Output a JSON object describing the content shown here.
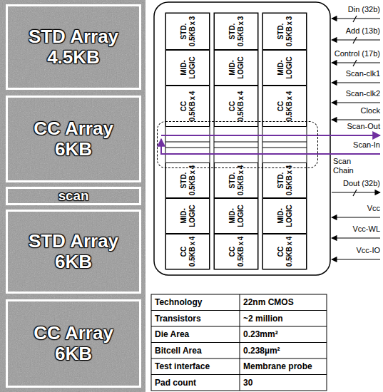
{
  "diagram": {
    "nodes": [
      {
        "text": [
          "STD Array 4.5KB"
        ]
      },
      {
        "text": [
          "CC Array 6KB"
        ]
      },
      {
        "text": [
          "scan"
        ]
      },
      {
        "text": [
          "STD Array 6KB"
        ]
      },
      {
        "text": [
          "CC Array 6KB"
        ]
      },
      {
        "text": [
          "STD. 0.5KB x 3"
        ]
      },
      {
        "text": [
          "MID-LOGIC"
        ]
      },
      {
        "text": [
          "CC 0.5KB x 4"
        ]
      },
      {
        "text": [
          "STD. 0.5KB x 4"
        ]
      },
      {
        "text": [
          "MID-LOGIC"
        ]
      },
      {
        "text": [
          "CC 0.5KB x 4"
        ]
      },
      {
        "text": [
          "STD. 0.5KB x 3"
        ]
      },
      {
        "text": [
          "MID-LOGIC"
        ]
      },
      {
        "text": [
          "CC 0.5KB x 4"
        ]
      },
      {
        "text": [
          "STD. 0.5KB x 4"
        ]
      },
      {
        "text": [
          "MID-LOGIC"
        ]
      },
      {
        "text": [
          "CC 0.5KB x 4"
        ]
      },
      {
        "text": [
          "STD. 0.5KB x 3"
        ]
      },
      {
        "text": [
          "MID-LOGIC"
        ]
      },
      {
        "text": [
          "CC 0.5KB x 4"
        ]
      },
      {
        "text": [
          "STD. 0.5KB x 4"
        ]
      },
      {
        "text": [
          "MID-LOGIC"
        ]
      },
      {
        "text": [
          "CC 0.5KB x 4"
        ]
      },
      {
        "text": [
          "Scan Chain"
        ]
      }
    ],
    "labels": [
      "Din (32b)",
      "Add (13b)",
      "Control (17b)",
      "Scan-clk1",
      "Scan-clk2",
      "Clock",
      "Scan-Out",
      "Scan-In",
      "Dout (32b)",
      "Vcc",
      "Vcc-WL",
      "Vcc-IO",
      "Technology",
      "22nm CMOS",
      "Transistors",
      "~2 million",
      "Die Area",
      "0.23mm²",
      "Bitcell Area",
      "0.238µm²",
      "Test interface",
      "Membrane probe",
      "Pad count",
      "30"
    ]
  }
}
